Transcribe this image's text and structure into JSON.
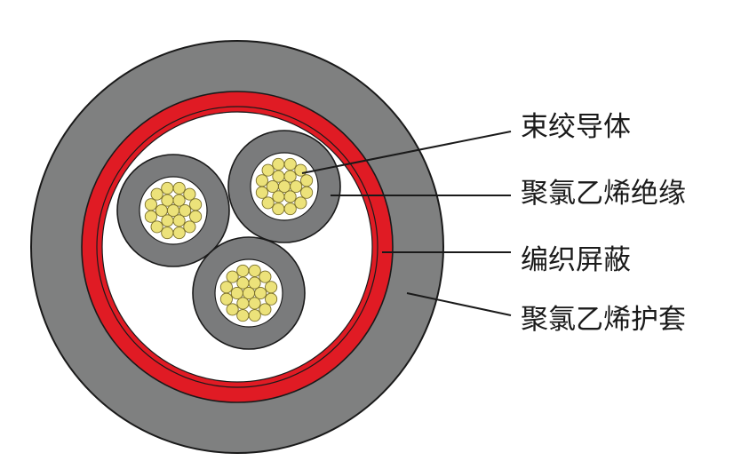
{
  "labels": {
    "conductor": "束绞导体",
    "insulation": "聚氯乙烯绝缘",
    "shield": "编织屏蔽",
    "sheath": "聚氯乙烯护套"
  },
  "colors": {
    "sheath": "#7f8080",
    "shield": "#e01b24",
    "core_insulation": "#7a7b7c",
    "conductor_strand": "#ece27a",
    "strand_outline": "#7a6f2a",
    "conductor_bundle_bg": "#ffffff",
    "inner_fill": "#ffffff",
    "outline": "#1a1a1a",
    "leader_line": "#1a1a1a"
  },
  "structure": {
    "core_count": 3,
    "strands_per_core": 19
  }
}
